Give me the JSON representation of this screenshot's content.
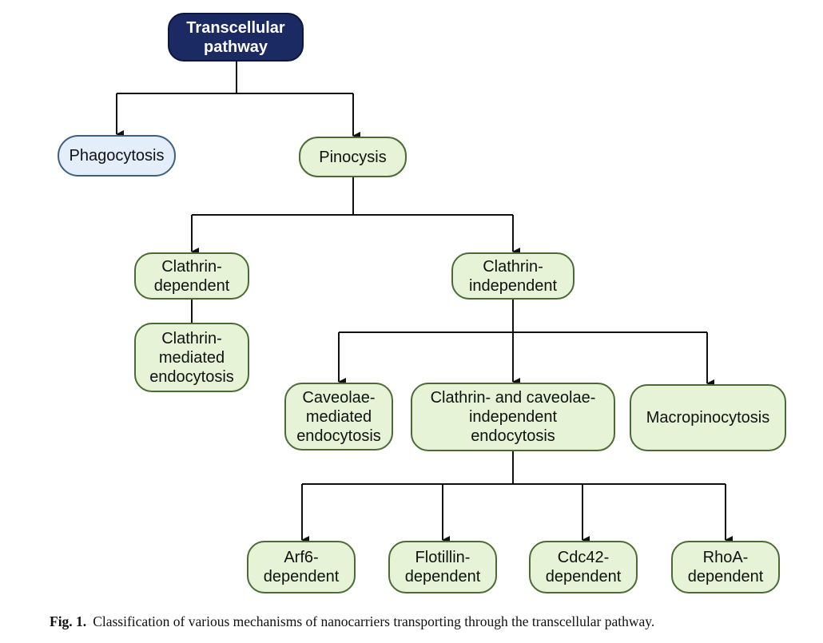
{
  "diagram": {
    "nodes": {
      "transcellular": "Transcellular\npathway",
      "phagocytosis": "Phagocytosis",
      "pinocysis": "Pinocysis",
      "clathrin_dependent": "Clathrin-\ndependent",
      "clathrin_independent": "Clathrin-\nindependent",
      "clathrin_mediated": "Clathrin-\nmediated\nendocytosis",
      "caveolae_mediated": "Caveolae-\nmediated\nendocytosis",
      "clathrin_caveolae_independent": "Clathrin- and caveolae-\nindependent\nendocytosis",
      "macropinocytosis": "Macropinocytosis",
      "arf6": "Arf6-\ndependent",
      "flotillin": "Flotillin-\ndependent",
      "cdc42": "Cdc42-\ndependent",
      "rhoa": "RhoA-\ndependent"
    },
    "colors": {
      "root_fill": "#1b2a63",
      "green_fill": "#e6f3d6",
      "green_border": "#4b6a35",
      "blue_fill": "#e3eefa",
      "connector": "#111111"
    }
  },
  "caption": {
    "label": "Fig. 1.",
    "text": "Classification of various mechanisms of nanocarriers transporting through the transcellular pathway."
  }
}
